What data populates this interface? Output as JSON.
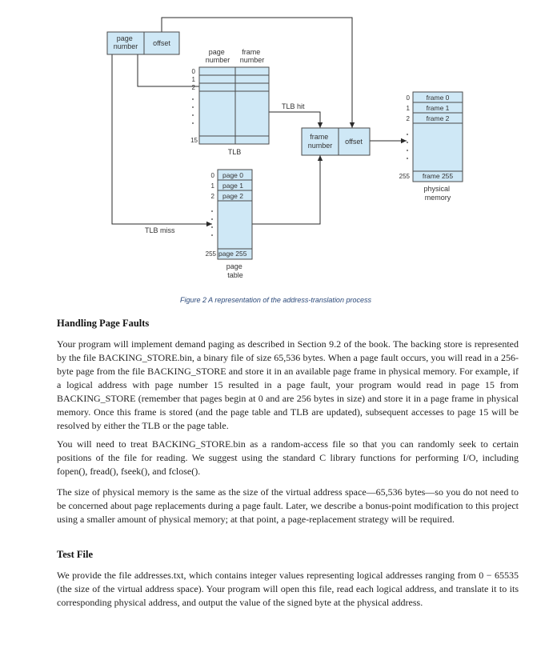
{
  "diagram": {
    "logical_address": {
      "page_number": "page\nnumber",
      "offset": "offset"
    },
    "tlb": {
      "col_page": "page\nnumber",
      "col_frame": "frame\nnumber",
      "indices": [
        "0",
        "1",
        "2",
        "15"
      ],
      "label": "TLB"
    },
    "tlb_hit": "TLB hit",
    "tlb_miss": "TLB miss",
    "physical_address": {
      "frame_number": "frame\nnumber",
      "offset": "offset"
    },
    "page_table": {
      "entries": [
        {
          "index": "0",
          "label": "page 0"
        },
        {
          "index": "1",
          "label": "page 1"
        },
        {
          "index": "2",
          "label": "page 2"
        },
        {
          "index": "255",
          "label": "page 255"
        }
      ],
      "label": "page\ntable"
    },
    "physical_memory": {
      "entries": [
        {
          "index": "0",
          "label": "frame 0"
        },
        {
          "index": "1",
          "label": "frame 1"
        },
        {
          "index": "2",
          "label": "frame 2"
        },
        {
          "index": "255",
          "label": "frame 255"
        }
      ],
      "label": "physical\nmemory"
    },
    "colors": {
      "fill": "#cfe8f6",
      "stroke": "#4a4a4a",
      "line": "#2a2a2a"
    }
  },
  "caption": "Figure 2 A representation of the address-translation process",
  "sections": [
    {
      "heading": "Handling Page Faults",
      "paragraphs": [
        "Your program will implement demand paging as described in Section 9.2 of the book. The backing store is represented by the file BACKING_STORE.bin, a binary file of size 65,536 bytes. When a page fault occurs, you will read in a 256-byte page from the file BACKING_STORE and store it in an available page frame in physical memory. For example, if a logical address with page number 15 resulted in a page fault, your program would read in page 15 from BACKING_STORE (remember that pages begin at 0 and are 256 bytes in size) and store it in a page frame in physical memory. Once this frame is stored (and the page table and TLB are updated), subsequent accesses to page 15 will be resolved by either the TLB or the page table.",
        "You will need to treat BACKING_STORE.bin as a random-access file so that you can randomly seek to certain positions of the file for reading. We suggest using the standard C library functions for performing I/O, including fopen(), fread(), fseek(), and fclose().",
        "The size of physical memory is the same as the size of the virtual address space—65,536 bytes—so you do not need to be concerned about page replacements during a page fault. Later, we describe a bonus-point modification to this project using a smaller amount of physical memory; at that point, a page-replacement strategy will be required."
      ]
    },
    {
      "heading": "Test File",
      "paragraphs": [
        "We provide the file addresses.txt, which contains integer values representing logical addresses ranging from 0 − 65535 (the size of the virtual address space). Your program will open this file, read each logical address, and translate it to its corresponding physical address, and output the value of the signed byte at the physical address."
      ]
    }
  ]
}
